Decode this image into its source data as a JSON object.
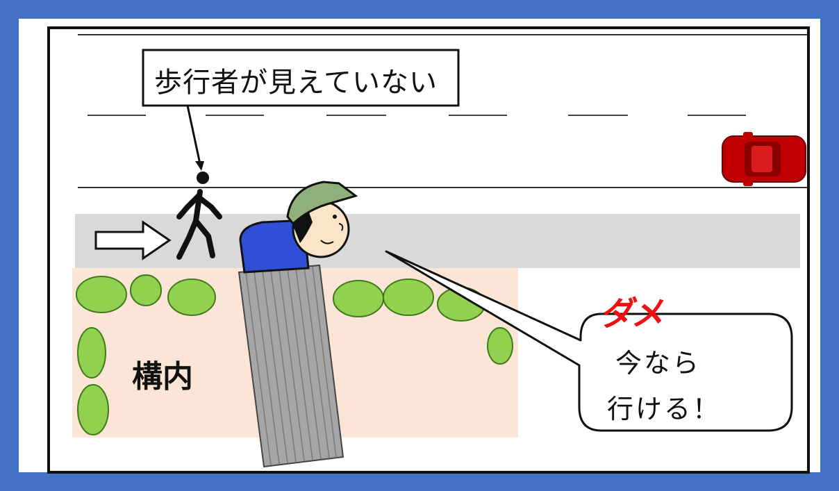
{
  "callout": {
    "text": "歩行者が見えていない"
  },
  "premises": {
    "text": "構内"
  },
  "warning": {
    "text": "ダメ"
  },
  "speech": {
    "line1": "今なら",
    "line2": "行ける！"
  },
  "colors": {
    "frame_blue": "#4472c4",
    "sidewalk_gray": "#d9d9d9",
    "premises_peach": "#fbe5d6",
    "bush_green": "#92d050",
    "car_red": "#c00000",
    "truck_blue": "#2e4fd6",
    "cap_green": "#8fb07a",
    "warning_red": "#ee1111"
  },
  "icons": [
    "pedestrian-icon",
    "direction-arrow-icon",
    "car-icon",
    "truck-icon",
    "driver-icon",
    "bush-icon"
  ]
}
